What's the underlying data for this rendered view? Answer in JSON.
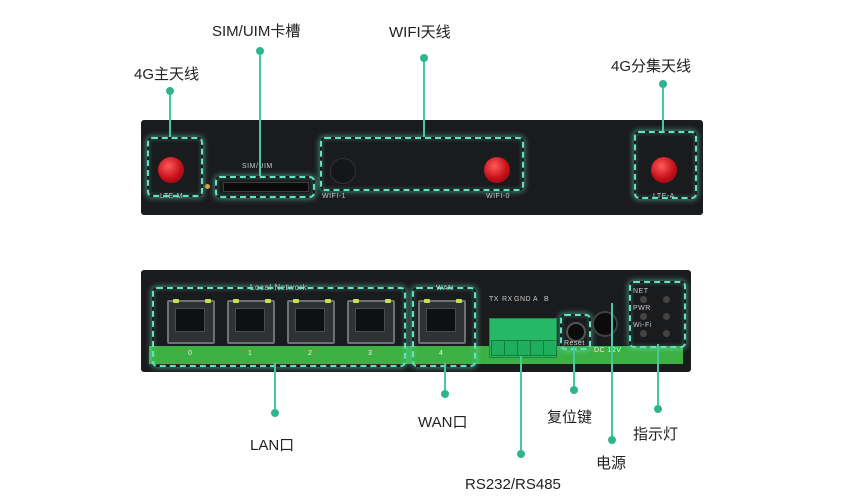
{
  "labels": {
    "main_antenna": "4G主天线",
    "sim_slot": "SIM/UIM卡槽",
    "wifi_antenna": "WIFI天线",
    "aux_antenna": "4G分集天线",
    "lan": "LAN口",
    "wan": "WAN口",
    "serial": "RS232/RS485",
    "reset": "复位键",
    "power": "电源",
    "indicator": "指示灯"
  },
  "front_panel": {
    "lte_m": "LTE-M",
    "sim_uim": "SIM/UIM",
    "wifi_1": "WIFI-1",
    "wifi_0": "WIFI-0",
    "lte_a": "LTE-A"
  },
  "rear_panel": {
    "local_network": "Local Network",
    "lan_ports": [
      "0",
      "1",
      "2",
      "3"
    ],
    "wan_top": "WAN",
    "wan_port": "4",
    "terminal_pins": [
      "TX",
      "RX",
      "GND",
      "A",
      "B"
    ],
    "reset": "Reset",
    "dc": "DC 12V",
    "leds": [
      "NET",
      "PWR",
      "Wi-Fi"
    ]
  },
  "colors": {
    "accent": "#63e2bf",
    "device_body": "#1a1b1d",
    "antenna": "#c41019",
    "pcb_green": "#3cb043"
  }
}
